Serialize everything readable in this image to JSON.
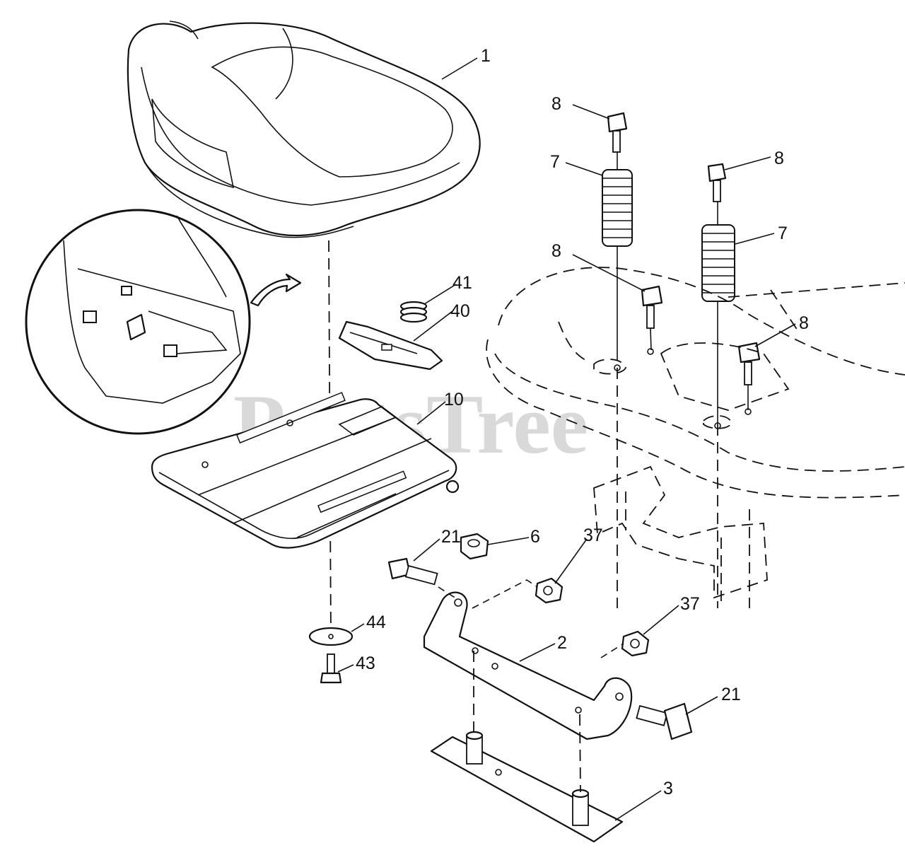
{
  "watermark": "PartsTree",
  "callouts": [
    {
      "id": "1",
      "text": "1"
    },
    {
      "id": "8a",
      "text": "8"
    },
    {
      "id": "8b",
      "text": "8"
    },
    {
      "id": "8c",
      "text": "8"
    },
    {
      "id": "8d",
      "text": "8"
    },
    {
      "id": "7a",
      "text": "7"
    },
    {
      "id": "7b",
      "text": "7"
    },
    {
      "id": "41",
      "text": "41"
    },
    {
      "id": "40",
      "text": "40"
    },
    {
      "id": "10",
      "text": "10"
    },
    {
      "id": "21a",
      "text": "21"
    },
    {
      "id": "6",
      "text": "6"
    },
    {
      "id": "37a",
      "text": "37"
    },
    {
      "id": "37b",
      "text": "37"
    },
    {
      "id": "44",
      "text": "44"
    },
    {
      "id": "43",
      "text": "43"
    },
    {
      "id": "2",
      "text": "2"
    },
    {
      "id": "21b",
      "text": "21"
    },
    {
      "id": "3",
      "text": "3"
    }
  ]
}
